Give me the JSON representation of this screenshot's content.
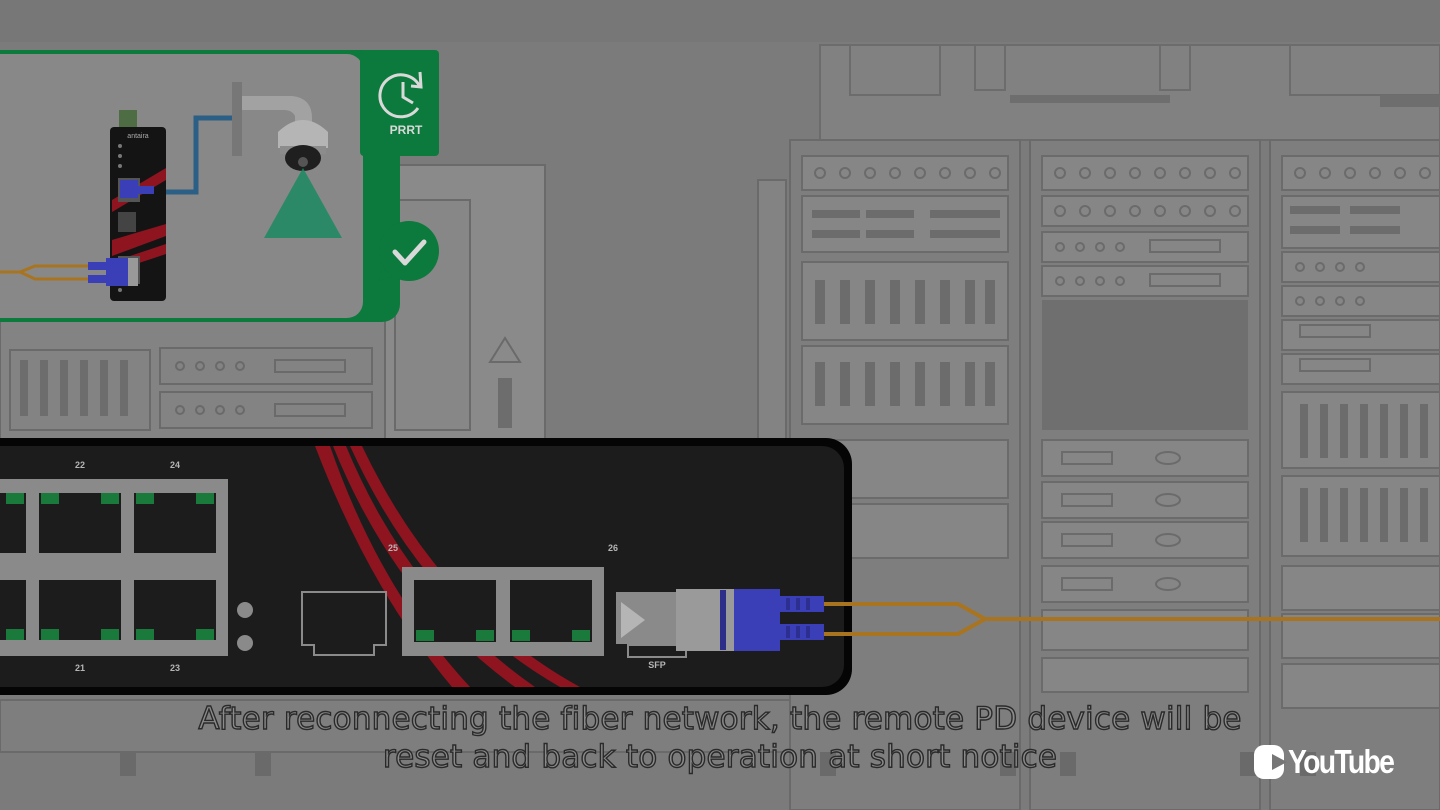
{
  "video": {
    "subtitle_line_1": "After reconnecting the fiber network, the remote PD device will be",
    "subtitle_line_2": "reset and back to operation at short notice",
    "youtube_logo_text": "YouTube",
    "youtube_icon": "play-button-icon"
  },
  "device_panel": {
    "badge_label": "PRRT",
    "badge_icon": "clock-refresh-icon",
    "status_icon": "checkmark-chat-icon",
    "switch_brand": "antaira",
    "camera_icon": "dome-camera-icon"
  },
  "switch_front": {
    "port_numbers": {
      "top_left": "22",
      "top_right": "24",
      "bottom_left": "21",
      "bottom_right": "23",
      "combo_a": "25",
      "combo_b": "26"
    },
    "sfp_label": "SFP"
  },
  "colors": {
    "accent_green": "#0b7a3c",
    "fiber_orange": "#a9741f",
    "connector_blue": "#3a3fb8",
    "switch_red": "#8e1420",
    "background_gray": "#7a7a7a"
  }
}
